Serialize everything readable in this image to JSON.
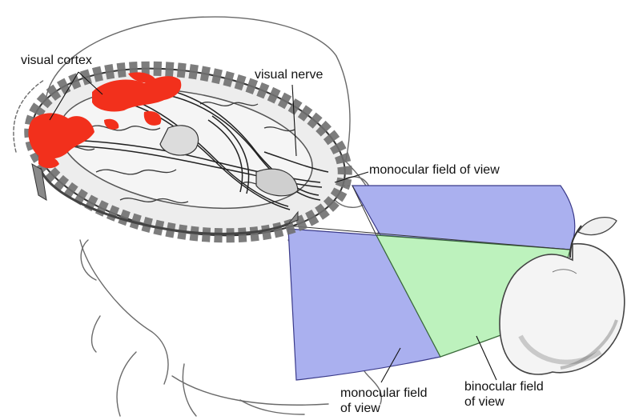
{
  "labels": {
    "visual_cortex": "visual cortex",
    "visual_nerve": "visual nerve",
    "monocular_top": "monocular field of view",
    "monocular_bottom_line1": "monocular field",
    "monocular_bottom_line2": "of view",
    "binocular_line1": "binocular field",
    "binocular_line2": "of view"
  },
  "colors": {
    "monocular_field": "#aab0ef",
    "binocular_field": "#bdf2bd",
    "visual_cortex": "#f2301c",
    "brain_gray": "#6f6f6f",
    "sketch_line": "#5a5a5a"
  },
  "icons": {
    "brain": "brain-cross-section-icon",
    "apple": "apple-icon",
    "head": "head-sketch-icon"
  }
}
